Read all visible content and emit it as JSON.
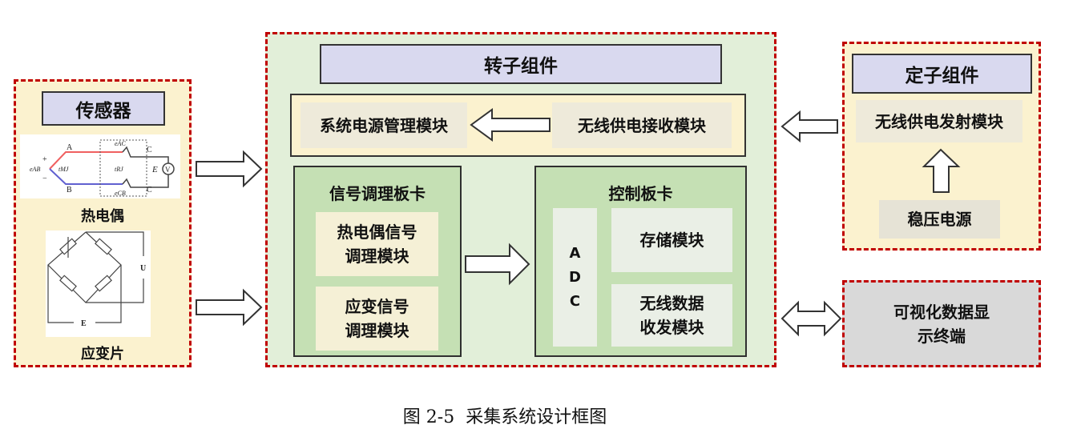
{
  "sensors": {
    "title": "传感器",
    "thermocouple_label": "热电偶",
    "strain_label": "应变片",
    "thermo_fig": {
      "A": "A",
      "B": "B",
      "C1": "C",
      "C2": "C",
      "eAB": "eAB",
      "tMJ": "tMJ",
      "tRJ": "tRJ",
      "eAC": "eAC",
      "eCB": "eCB",
      "E": "E",
      "V": "V",
      "plus": "+",
      "minus": "−"
    },
    "bridge_fig": {
      "U": "U",
      "E": "E"
    }
  },
  "rotor": {
    "title": "转子组件",
    "power_mgmt": "系统电源管理模块",
    "wireless_rx": "无线供电接收模块",
    "signal_card": {
      "title": "信号调理板卡",
      "thermo_mod": "热电偶信号调理模块",
      "strain_mod": "应变信号调理模块"
    },
    "control_card": {
      "title": "控制板卡",
      "adc": "ADC",
      "storage": "存储模块",
      "wireless_data": "无线数据收发模块"
    }
  },
  "stator": {
    "title": "定子组件",
    "wireless_tx": "无线供电发射模块",
    "regulator": "稳压电源"
  },
  "display": {
    "label": "可视化数据显示终端"
  },
  "caption": "图 2-5  采集系统设计框图",
  "colors": {
    "dash": "#c00000",
    "beige": "#fbf2cf",
    "green": "#e2efd9",
    "card": "#c5e0b4",
    "title": "#d9d9ef",
    "gray": "#d9d9d9"
  }
}
